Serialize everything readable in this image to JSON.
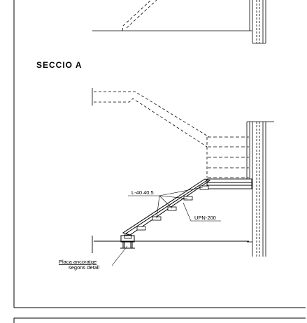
{
  "section_title": "SECCIO A",
  "labels": {
    "angle_profile": "L-40.40.5",
    "channel_profile": "UPN-200",
    "anchor_plate_line1": "Placa ancoratge",
    "anchor_plate_line2": "segons detall"
  },
  "colors": {
    "line": "#000000",
    "background": "#ffffff"
  }
}
